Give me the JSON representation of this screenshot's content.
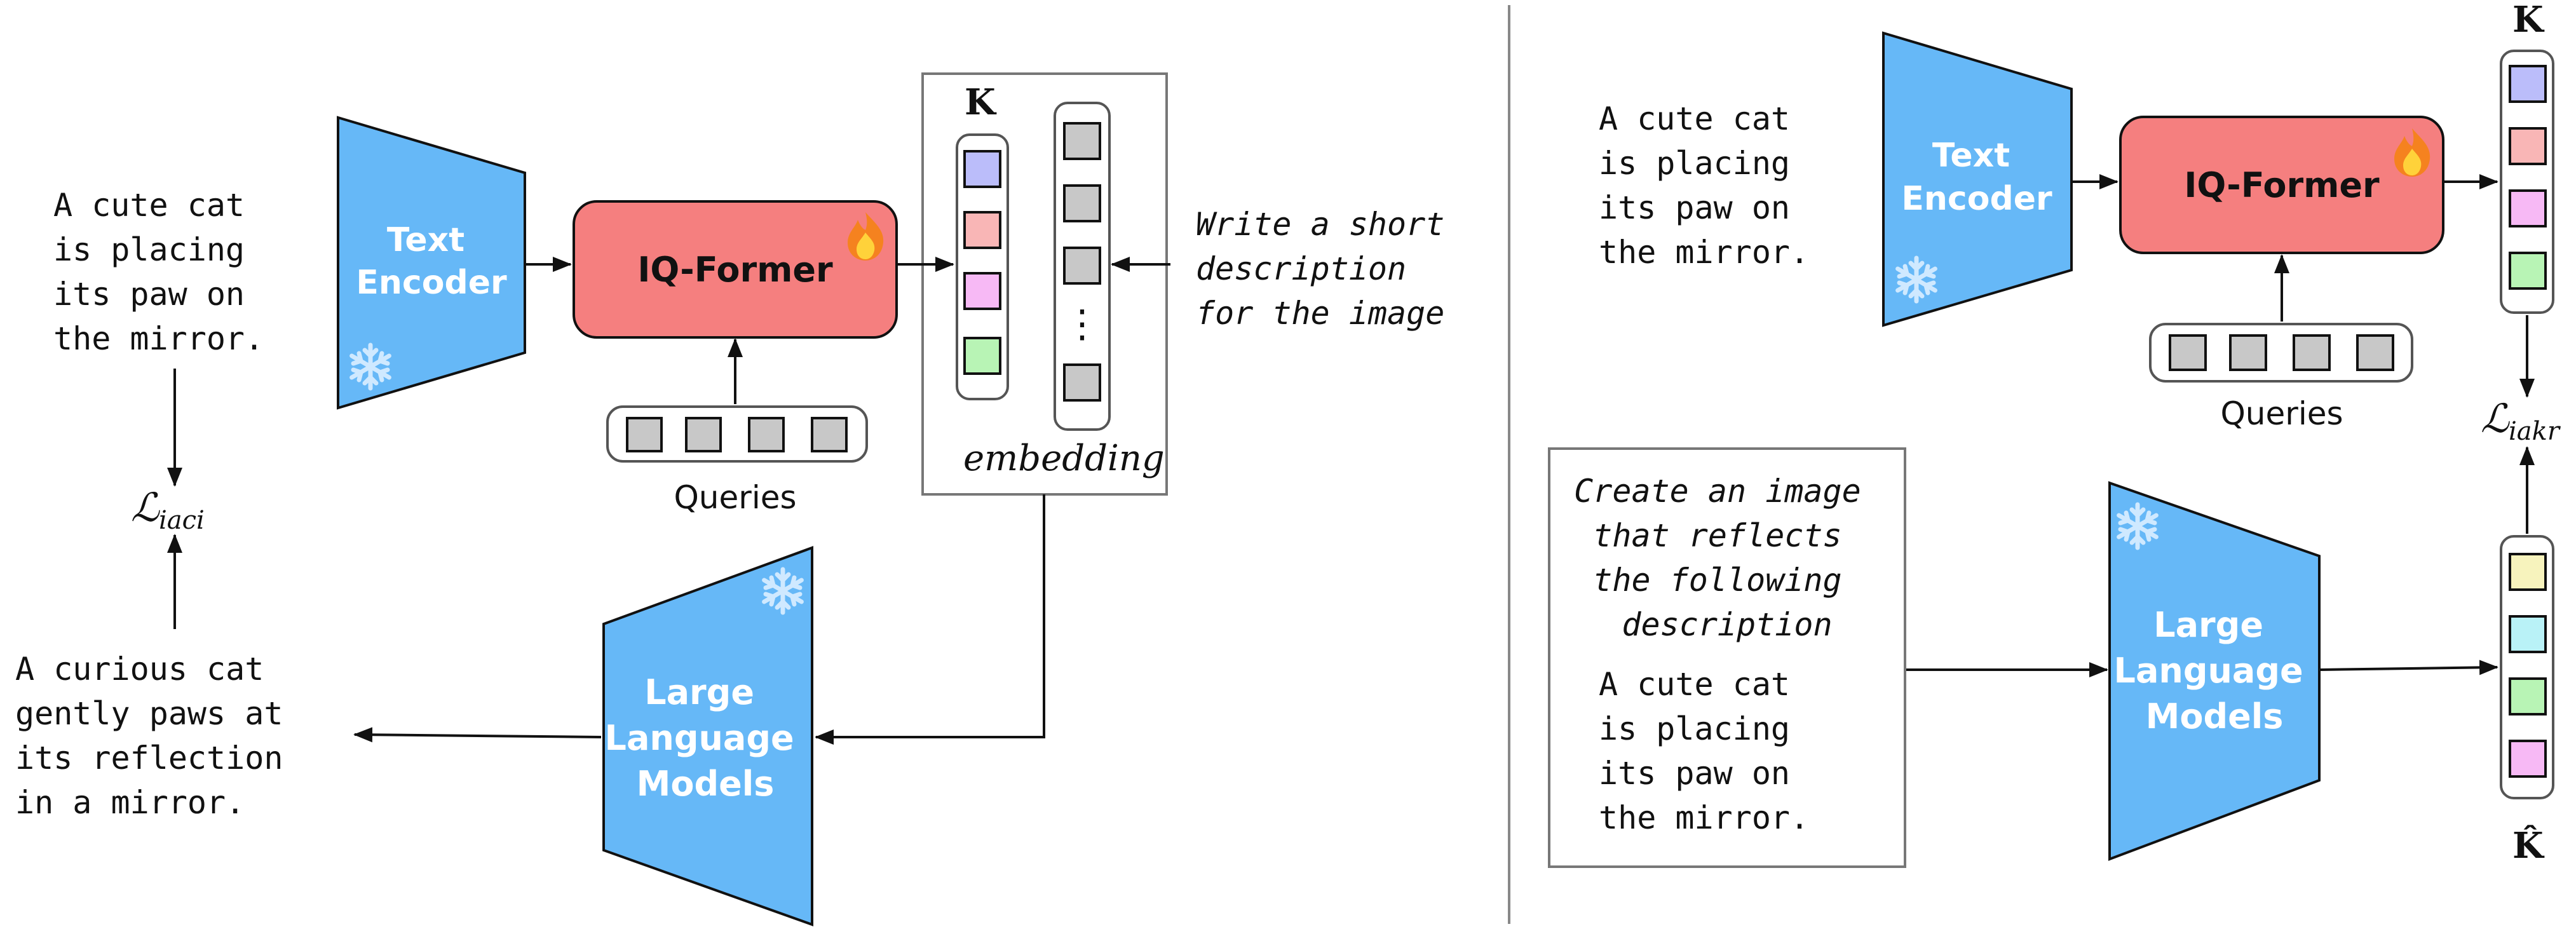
{
  "left": {
    "input_text": [
      "A cute cat",
      "is placing",
      "its paw on",
      "the mirror."
    ],
    "text_encoder": [
      "Text",
      "Encoder"
    ],
    "iq_former": "IQ-Former",
    "queries_label": "Queries",
    "k_label": "K",
    "embedding_label": "embedding",
    "prompt": [
      "Write a short",
      "description",
      "for the image"
    ],
    "llm": [
      "Large",
      "Language",
      "Models"
    ],
    "loss": {
      "symbol": "ℒ",
      "sub": "iaci"
    },
    "output_text": [
      "A curious cat",
      "gently paws at",
      "its reflection",
      "in a mirror."
    ],
    "vertical_dots": "⋮"
  },
  "right": {
    "input_text": [
      "A cute  cat",
      "is  placing",
      "its  paw  on",
      "the mirror."
    ],
    "text_encoder": [
      "Text",
      "Encoder"
    ],
    "iq_former": "IQ-Former",
    "queries_label": "Queries",
    "k_label": "K",
    "k_hat_label": "K̂",
    "loss": {
      "symbol": "ℒ",
      "sub": "iakr"
    },
    "prompt_box": {
      "instruction": [
        "Create an image",
        "that reflects",
        "the following",
        "description"
      ],
      "text": [
        "A cute  cat",
        "is  placing",
        "its  paw  on",
        "the mirror."
      ]
    },
    "llm": [
      "Large",
      "Language",
      "Models"
    ]
  },
  "icons": {
    "frozen": "snowflake-icon",
    "trainable": "fire-icon"
  },
  "colors": {
    "encoder_blue": "#66b8f7",
    "iqformer_red": "#f57f7f",
    "token_gray": "#c8c8c8",
    "token_purple": "#bbbdfa",
    "token_pink": "#f9b6b6",
    "token_magenta": "#f7b9f5",
    "token_green": "#b8f4b5",
    "token_yellow": "#f7f3bd",
    "token_cyan": "#b9f2f7"
  }
}
